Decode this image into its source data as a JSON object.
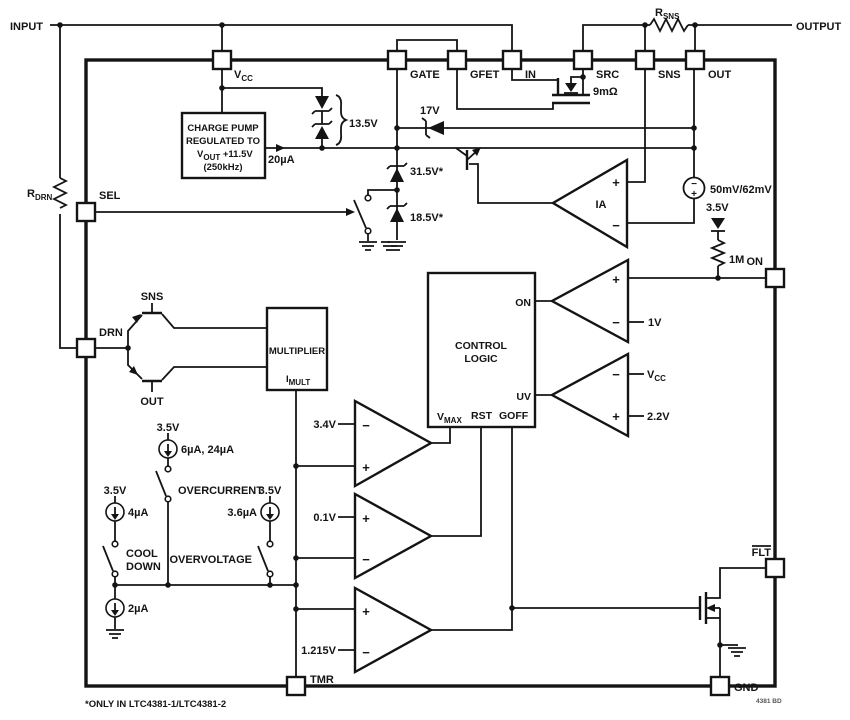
{
  "external": {
    "input": "INPUT",
    "output": "OUTPUT",
    "rsns_base": "R",
    "rsns_sub": "SNS",
    "rdrn_base": "R",
    "rdrn_sub": "DRN"
  },
  "pins": {
    "vcc_base": "V",
    "vcc_sub": "CC",
    "gate": "GATE",
    "gfet": "GFET",
    "in": "IN",
    "src": "SRC",
    "sns": "SNS",
    "out": "OUT",
    "sel": "SEL",
    "drn": "DRN",
    "on": "ON",
    "flt": "FLT",
    "gnd": "GND",
    "tmr": "TMR"
  },
  "charge_pump": {
    "line1": "CHARGE PUMP",
    "line2": "REGULATED TO",
    "line3_base": "V",
    "line3_sub": "OUT",
    "line3_rest": " +11.5V",
    "line4": "(250kHz)",
    "current": "20µA"
  },
  "components": {
    "z_13v5": "13.5V",
    "z_17v": "17V",
    "z_31v5": "31.5V*",
    "z_18v5": "18.5V*",
    "fet_ron": "9mΩ",
    "ia_label": "IA",
    "offset_source": "50mV/62mV",
    "rail_3v5_diode": "3.5V",
    "r_1m": "1M",
    "multiplier": "MULTIPLIER",
    "imult_base": "I",
    "imult_sub": "MULT",
    "q_sns": "SNS",
    "q_out": "OUT"
  },
  "control": {
    "line1": "CONTROL",
    "line2": "LOGIC",
    "on": "ON",
    "uv": "UV",
    "vmax_base": "V",
    "vmax_sub": "MAX",
    "rst": "RST",
    "goff": "GOFF"
  },
  "refs": {
    "v1": "1V",
    "vcc_base": "V",
    "vcc_sub": "CC",
    "v2p2": "2.2V",
    "v3p4": "3.4V",
    "v0p1": "0.1V",
    "v1p215": "1.215V"
  },
  "sources": {
    "rail_a": "3.5V",
    "rail_b": "3.5V",
    "rail_c": "3.5V",
    "i_6u24u": "6µA, 24µA",
    "i_4u": "4µA",
    "i_3p6u": "3.6µA",
    "i_2u": "2µA"
  },
  "switches": {
    "overcurrent": "OVERCURRENT",
    "cooldown1": "COOL",
    "cooldown2": "DOWN",
    "overvoltage": "OVERVOLTAGE"
  },
  "symbols": {
    "plus": "+",
    "minus": "−"
  },
  "footer": {
    "footnote": "*ONLY IN LTC4381-1/LTC4381-2",
    "doc_id": "4381 BD"
  }
}
